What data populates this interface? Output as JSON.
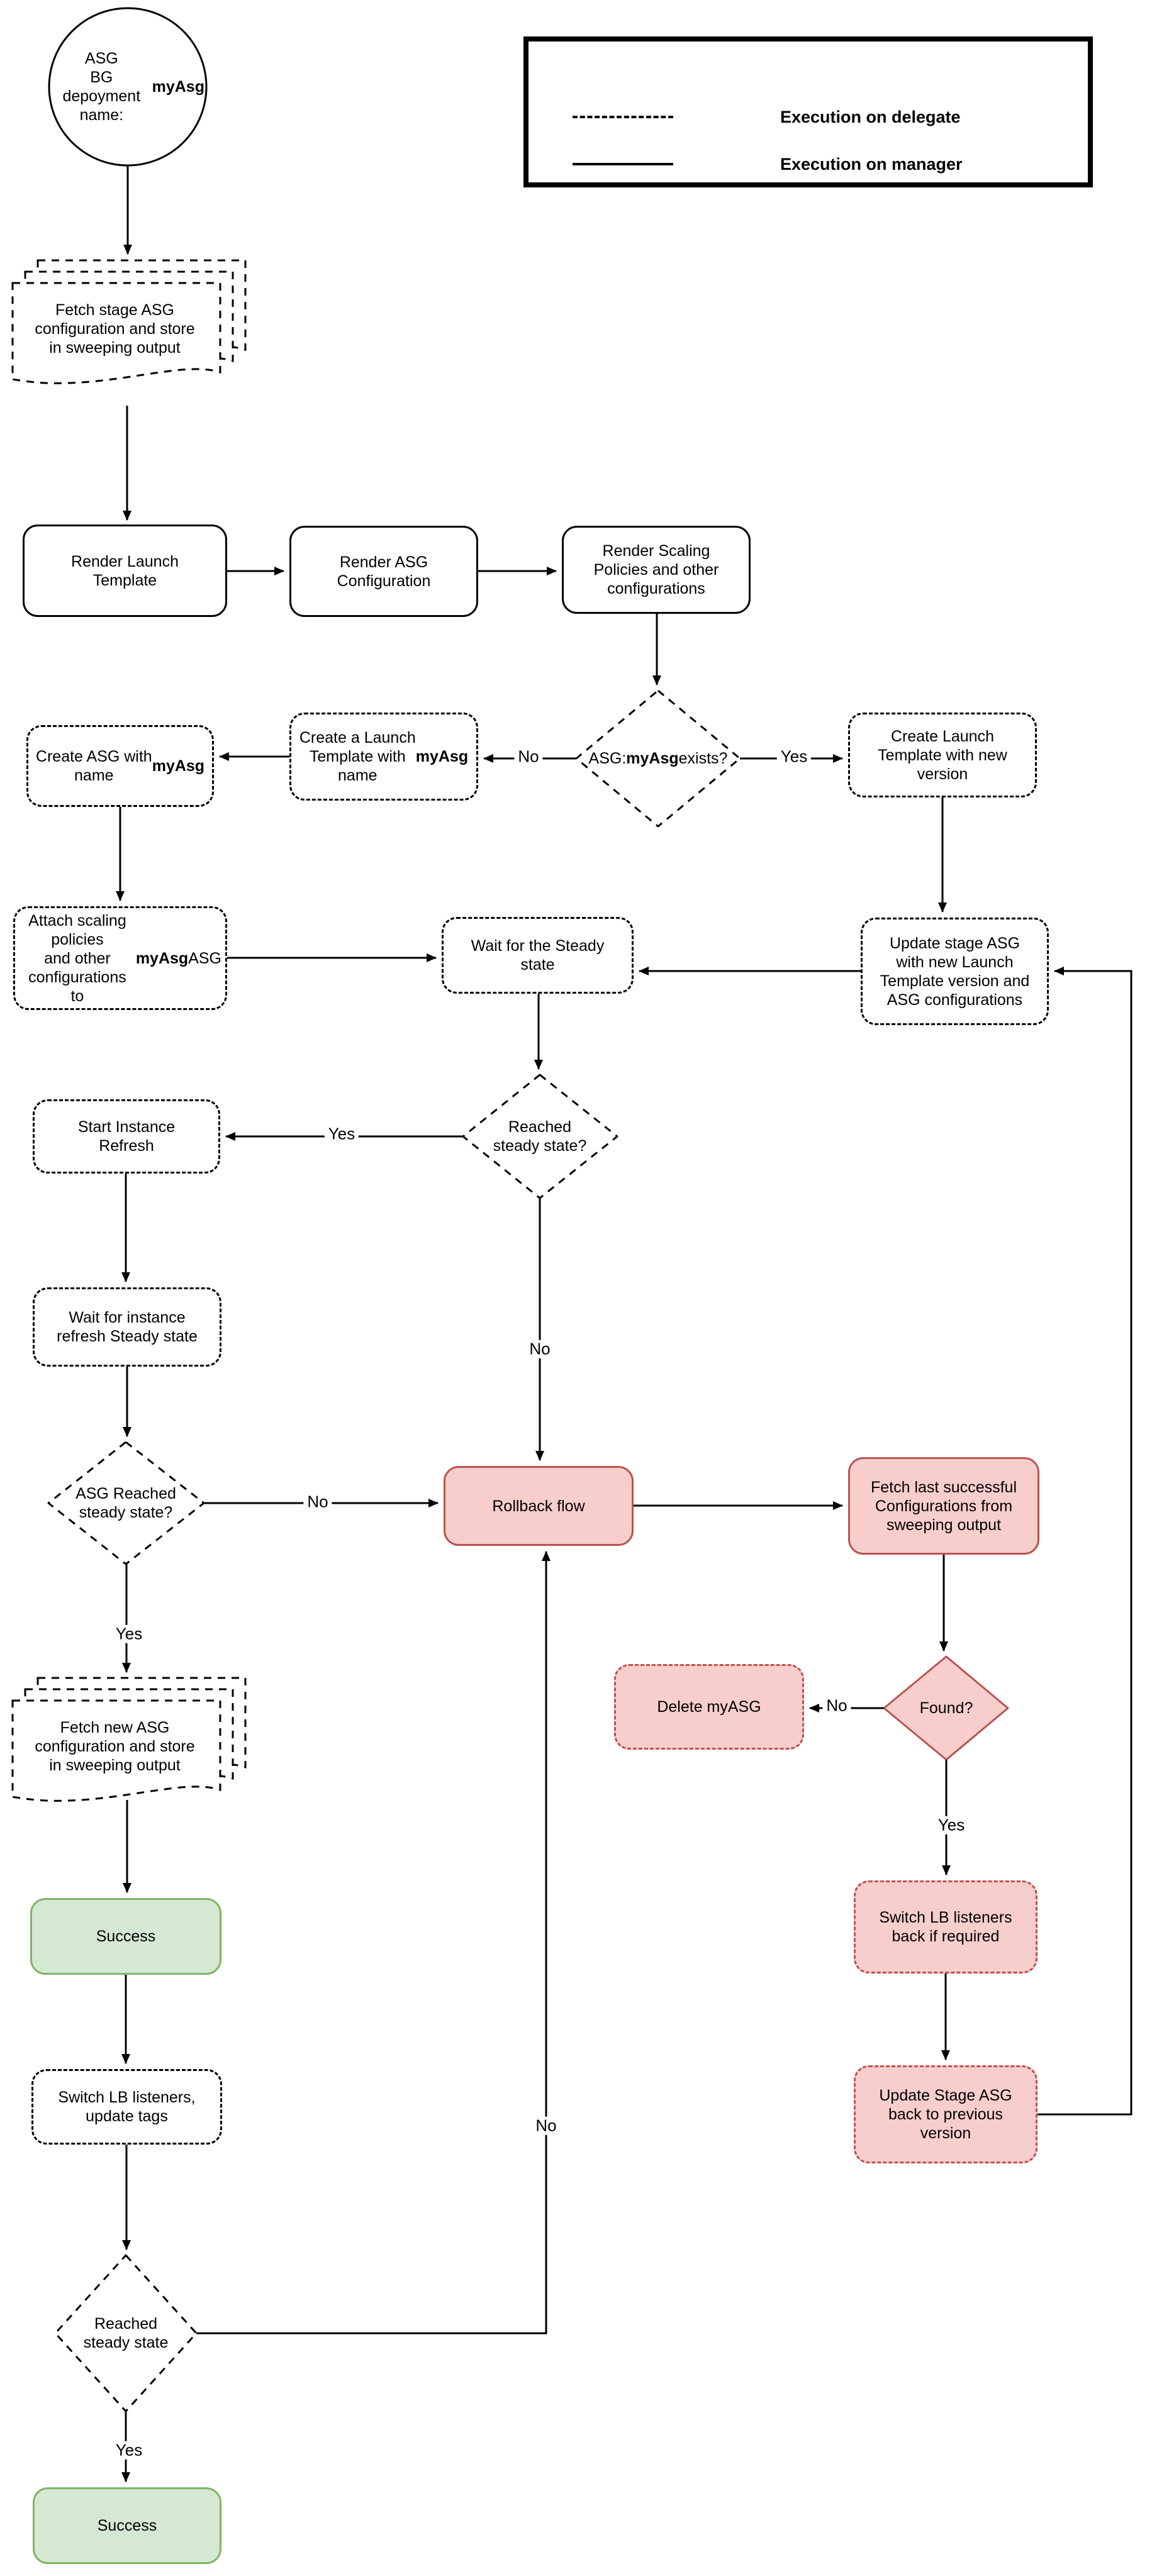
{
  "legend": {
    "delegate_label": "Execution on delegate",
    "manager_label": "Execution on manager"
  },
  "labels": {
    "yes": "Yes",
    "no": "No"
  },
  "colors": {
    "line": "#000000",
    "danger_fill": "#f8cecc",
    "danger_stroke": "#b85450",
    "success_fill": "#d5e8d4",
    "success_stroke": "#82b366"
  },
  "nodes": {
    "start": "ASG\nBG depoyment\nname: **myAsg**",
    "fetch_stage": "Fetch stage ASG\nconfiguration and store\nin sweeping output",
    "render_launch": "Render Launch\nTemplate",
    "render_asg": "Render ASG\nConfiguration",
    "render_scaling": "Render Scaling\nPolicies and other\nconfigurations",
    "asg_exists": "ASG:\n**myAsg** exists?",
    "create_launch_named": "Create a Launch\nTemplate with\nname **myAsg**",
    "create_asg": "Create ASG with\nname **myAsg**",
    "create_launch_new": "Create Launch\nTemplate with new\nversion",
    "attach_policies": "Attach scaling policies\nand other configurations\nto **myAsg** ASG",
    "wait_steady": "Wait for the Steady\nstate",
    "update_stage": "Update stage ASG\nwith new Launch\nTemplate version and\nASG configurations",
    "reached_steady": "Reached\nsteady state?",
    "start_refresh": "Start Instance\nRefresh",
    "wait_refresh": "Wait for instance\nrefresh Steady state",
    "asg_reached": "ASG Reached\nsteady state?",
    "rollback": "Rollback flow",
    "fetch_last": "Fetch last successful\nConfigurations from\nsweeping output",
    "found": "Found?",
    "delete_asg": "Delete myASG",
    "fetch_new": "Fetch new ASG\nconfiguration and store\nin sweeping output",
    "success_mid": "Success",
    "switch_lb": "Switch LB listeners,\nupdate tags",
    "switch_lb_back": "Switch LB listeners\nback if required",
    "update_back": "Update Stage ASG\nback to previous\nversion",
    "reached_steady_final": "Reached\nsteady state",
    "success_final": "Success"
  }
}
